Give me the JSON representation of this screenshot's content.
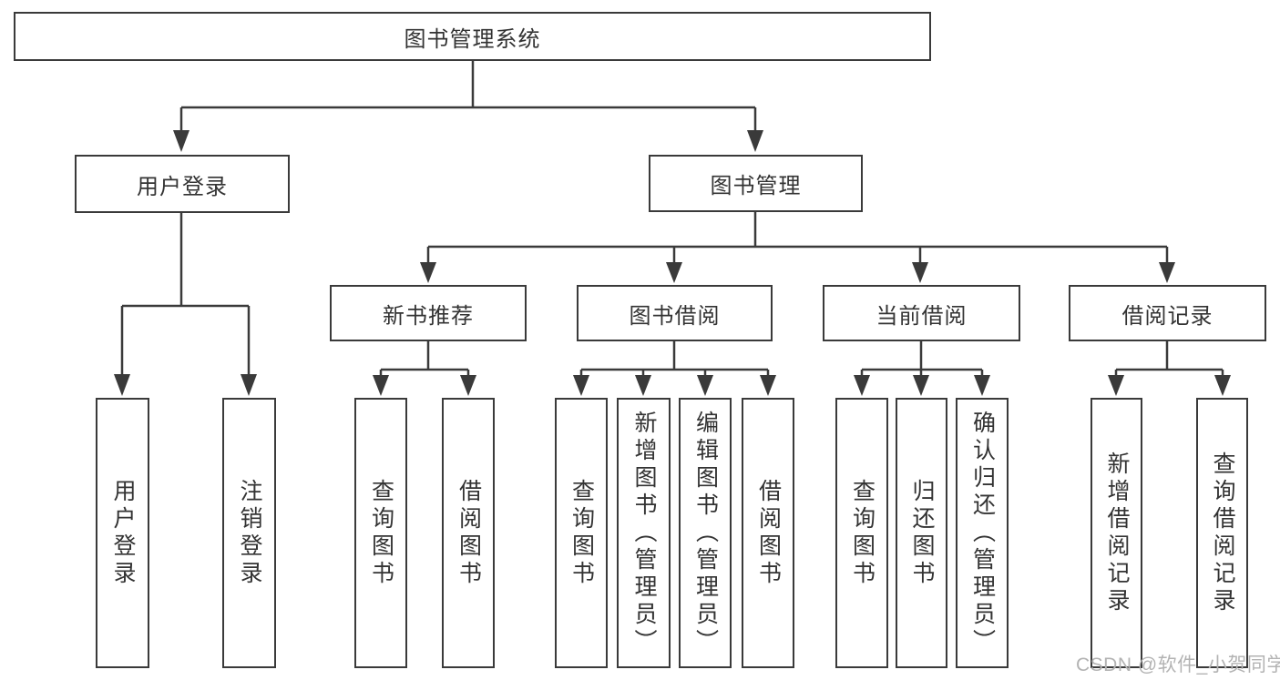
{
  "diagram": {
    "root": {
      "label": "图书管理系统"
    },
    "level2": [
      {
        "label": "用户登录"
      },
      {
        "label": "图书管理"
      }
    ],
    "level3": [
      {
        "label": "新书推荐"
      },
      {
        "label": "图书借阅"
      },
      {
        "label": "当前借阅"
      },
      {
        "label": "借阅记录"
      }
    ],
    "leaves": {
      "login": [
        "用户登录",
        "注销登录"
      ],
      "recommend": [
        "查询图书",
        "借阅图书"
      ],
      "borrow": [
        "查询图书",
        "新增图书（管理员）",
        "编辑图书（管理员）",
        "借阅图书"
      ],
      "current": [
        "查询图书",
        "归还图书",
        "确认归还（管理员）"
      ],
      "records": [
        "新增借阅记录",
        "查询借阅记录"
      ]
    }
  },
  "watermark": {
    "text": "CSDN @软件_小贺同学"
  },
  "colors": {
    "line": "#3a3a3a",
    "text": "#333333",
    "watermark": "#b3b3b3",
    "background": "#ffffff"
  }
}
